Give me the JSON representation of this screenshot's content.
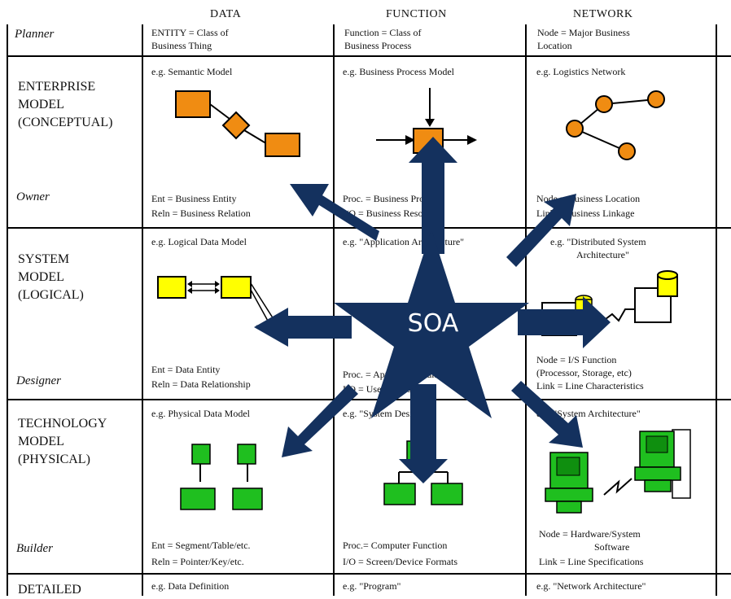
{
  "columns": [
    "DATA",
    "FUNCTION",
    "NETWORK"
  ],
  "top_row": {
    "role": "Planner",
    "data": [
      "ENTITY = Class of",
      "Business Thing"
    ],
    "function": [
      "Function = Class of",
      "Business Process"
    ],
    "network": [
      "Node = Major Business",
      "Location"
    ]
  },
  "rows": [
    {
      "label": [
        "ENTERPRISE",
        "MODEL",
        "(CONCEPTUAL)"
      ],
      "role": "Owner",
      "data": {
        "example": "e.g. Semantic Model",
        "line1": "Ent = Business Entity",
        "line2": "Reln = Business Relation"
      },
      "function": {
        "example": "e.g. Business Process Model",
        "line1": "Proc. = Business Process",
        "line2": "I/O = Business Resources"
      },
      "network": {
        "example": "e.g. Logistics Network",
        "line1": "Node = Business Location",
        "line2": "Link = Business Linkage"
      }
    },
    {
      "label": [
        "SYSTEM",
        "MODEL",
        "(LOGICAL)"
      ],
      "role": "Designer",
      "data": {
        "example": "e.g. Logical Data Model",
        "line1": "Ent = Data Entity",
        "line2": "Reln = Data Relationship"
      },
      "function": {
        "example": "e.g. \"Application Architecture\"",
        "line1": "Proc. = Application Function",
        "line2": "I/O = User Views"
      },
      "network": {
        "example": "e.g. \"Distributed System",
        "example2": "Architecture\"",
        "line1": "Node = I/S Function",
        "line2": "(Processor, Storage, etc)",
        "line3": "Link = Line Characteristics"
      }
    },
    {
      "label": [
        "TECHNOLOGY",
        "MODEL",
        "(PHYSICAL)"
      ],
      "role": "Builder",
      "data": {
        "example": "e.g. Physical Data Model",
        "line1": "Ent = Segment/Table/etc.",
        "line2": "Reln = Pointer/Key/etc."
      },
      "function": {
        "example": "e.g. \"System Design\"",
        "line1": "Proc.= Computer Function",
        "line2": "I/O = Screen/Device Formats"
      },
      "network": {
        "example": "e.g. \"System Architecture\"",
        "line1": "Node = Hardware/System",
        "line2": "Software",
        "line3": "Link = Line Specifications"
      }
    }
  ],
  "bottom_row": {
    "label": "DETAILED",
    "data": "e.g. Data Definition",
    "function": "e.g. \"Program\"",
    "network": "e.g. \"Network Architecture\""
  },
  "center": {
    "label": "SOA"
  },
  "colors": {
    "star": "#14315e",
    "orange": "#f08c12",
    "yellow": "#ffff00",
    "green": "#1fbf1f",
    "line": "#000000"
  }
}
